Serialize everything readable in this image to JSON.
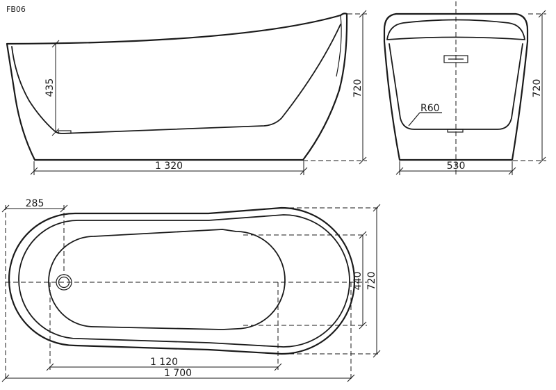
{
  "model_code": "FB06",
  "side_view": {
    "dim_length": "1 320",
    "dim_height": "720",
    "dim_inner_depth": "435"
  },
  "end_view": {
    "dim_width": "530",
    "dim_height": "720",
    "radius_label": "R60"
  },
  "top_view": {
    "dim_outlet_offset": "285",
    "dim_inner_length": "1 120",
    "dim_total_length": "1 700",
    "dim_inner_width": "440",
    "dim_total_width": "720"
  }
}
